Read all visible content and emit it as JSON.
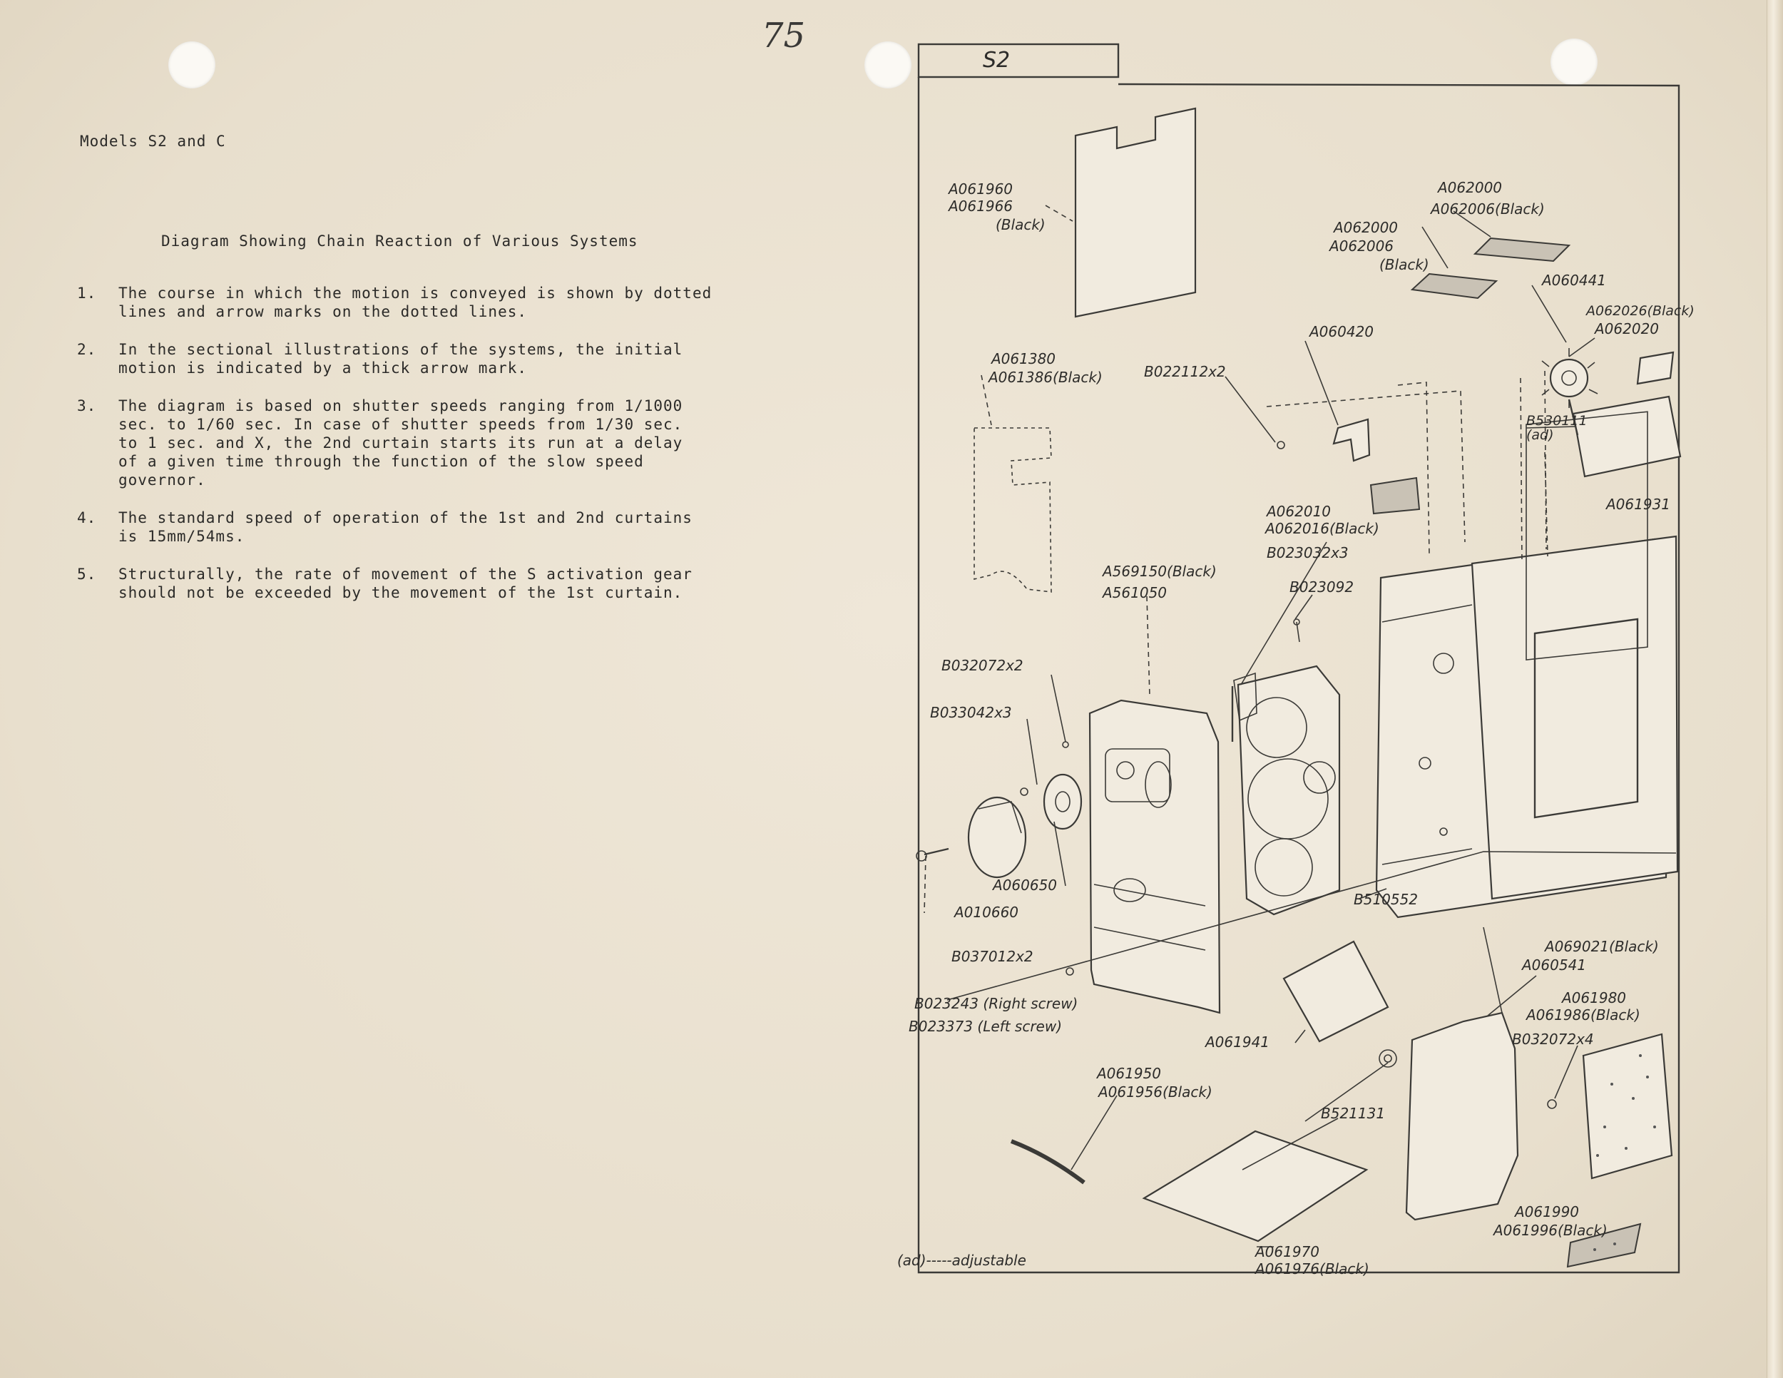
{
  "page_number": "75",
  "models_header": "Models S2 and C",
  "title": "Diagram Showing Chain Reaction of Various Systems",
  "notes": [
    {
      "num": "1.",
      "text": "The course in which the motion is conveyed is shown by dotted\nlines and arrow marks on the dotted lines."
    },
    {
      "num": "2.",
      "text": "In the sectional illustrations of the systems, the initial\nmotion is indicated by a thick arrow mark."
    },
    {
      "num": "3.",
      "text": "The diagram is based on shutter speeds ranging from 1/1000\nsec. to 1/60 sec.  In case of shutter speeds from 1/30 sec.\nto 1 sec. and X, the 2nd curtain starts its run at a delay\nof a given time through the function of the slow speed\ngovernor."
    },
    {
      "num": "4.",
      "text": "The standard speed of operation of the 1st and 2nd curtains\nis 15mm/54ms."
    },
    {
      "num": "5.",
      "text": "Structurally, the rate of movement of the S activation gear\nshould not be exceeded by the movement of the 1st curtain."
    }
  ],
  "diagram": {
    "tab_label": "S2",
    "legend": "(ad)-----adjustable",
    "parts": {
      "p01": "A061960",
      "p02": "A061966",
      "p03": "(Black)",
      "p04": "A062000",
      "p05": "A062006(Black)",
      "p06": "A062000",
      "p07": "A062006",
      "p08": "(Black)",
      "p09": "A060441",
      "p10": "A062026(Black)",
      "p11": "A062020",
      "p12": "A060420",
      "p13": "A061380",
      "p14": "A061386(Black)",
      "p15": "B022112x2",
      "p16": "B530111",
      "p17": "(ad)",
      "p18": "A061931",
      "p19": "A062010",
      "p20": "A062016(Black)",
      "p21": "B023032x3",
      "p22": "A569150(Black)",
      "p23": "A561050",
      "p24": "B023092",
      "p25": "B032072x2",
      "p26": "B033042x3",
      "p27": "A060650",
      "p28": "A010660",
      "p29": "B510552",
      "p30": "B037012x2",
      "p31": "B023243 (Right screw)",
      "p32": "B023373 (Left screw)",
      "p33": "A061941",
      "p34": "A069021(Black)",
      "p35": "A060541",
      "p36": "A061980",
      "p37": "A061986(Black)",
      "p38": "B032072x4",
      "p39": "A061950",
      "p40": "A061956(Black)",
      "p41": "B521131",
      "p42": "A061990",
      "p43": "A061996(Black)",
      "p44": "A061970",
      "p45": "A061976(Black)"
    }
  }
}
